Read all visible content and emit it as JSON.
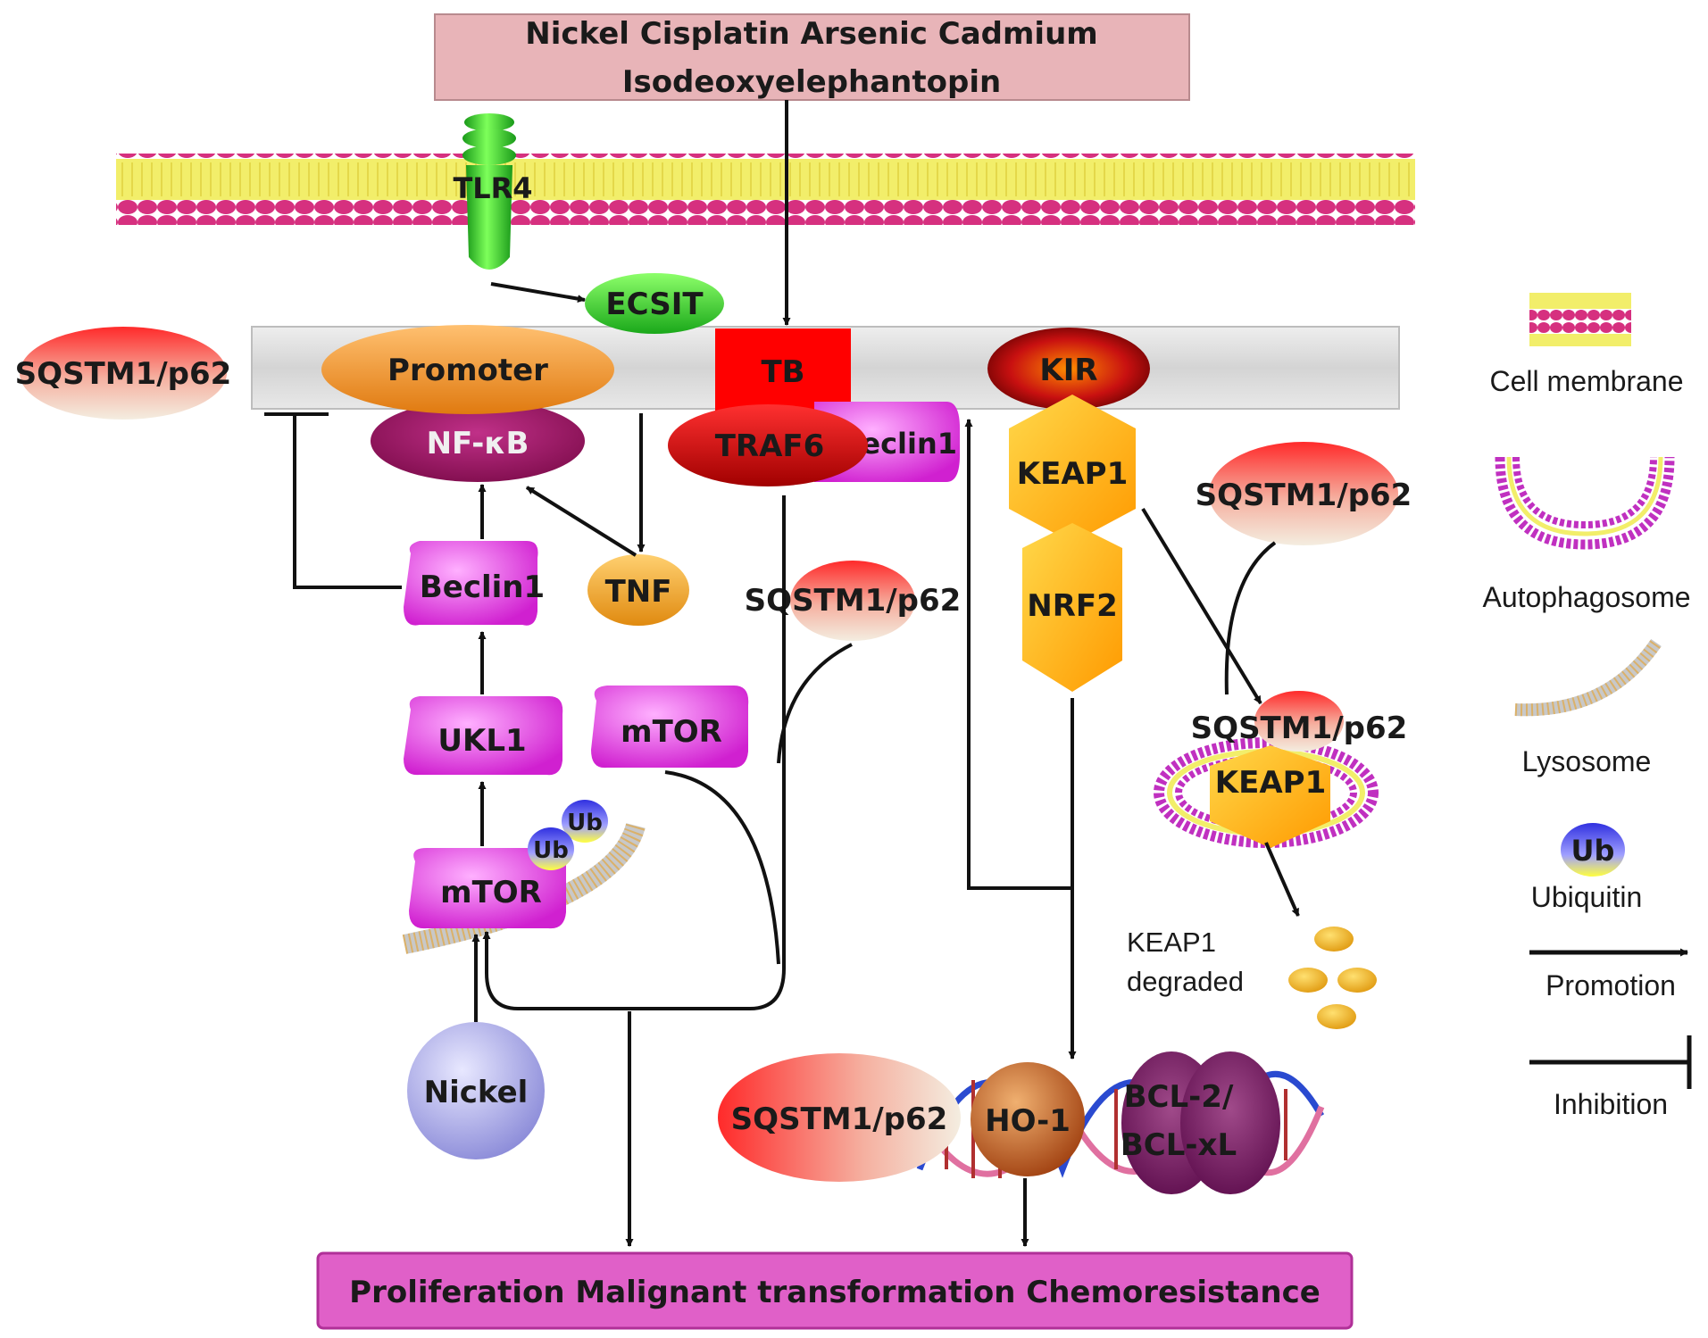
{
  "stimuli": {
    "line1": "Nickel  Cisplatin  Arsenic  Cadmium",
    "line2": "Isodeoxyelephantopin"
  },
  "nodes": {
    "tlr4": "TLR4",
    "ecsit": "ECSIT",
    "sqstm_left": "SQSTM1/p62",
    "promoter": "Promoter",
    "tb": "TB",
    "kir": "KIR",
    "nfkb": "NF-κB",
    "traf6": "TRAF6",
    "beclin1_complex": "Beclin1",
    "keap1": "KEAP1",
    "sqstm_right": "SQSTM1/p62",
    "beclin1": "Beclin1",
    "tnf": "TNF",
    "sqstm_mid": "SQSTM1/p62",
    "nrf2": "NRF2",
    "ukl1": "UKL1",
    "mtor_right": "mTOR",
    "sqstm_auto": "SQSTM1/p62",
    "keap1_auto": "KEAP1",
    "ub1": "Ub",
    "ub2": "Ub",
    "mtor_left": "mTOR",
    "keap1_degraded_1": "KEAP1",
    "keap1_degraded_2": "degraded",
    "nickel": "Nickel",
    "sqstm_bottom": "SQSTM1/p62",
    "ho1": "HO-1",
    "bcl_1": "BCL-2/",
    "bcl_2": "BCL-xL"
  },
  "outcome": "Proliferation  Malignant transformation Chemoresistance",
  "legend": {
    "cell_membrane": "Cell membrane",
    "autophagosome": "Autophagosome",
    "lysosome": "Lysosome",
    "ub_icon": "Ub",
    "ubiquitin": "Ubiquitin",
    "promotion": "Promotion",
    "inhibition": "Inhibition"
  },
  "colors": {
    "stimulus_box": "#e8b4b8",
    "membrane_pink": "#d6307f",
    "membrane_yellow": "#f2ee6a",
    "nucleus_bar": "#d9d9d9",
    "tlr4_green": "#33cc33",
    "beclin_magenta": "#e040e0",
    "nfkb_purple": "#a0206a",
    "keap1_orange": "#ffb000",
    "tb_red": "#ff0000",
    "outcome_box": "#e060c8"
  }
}
